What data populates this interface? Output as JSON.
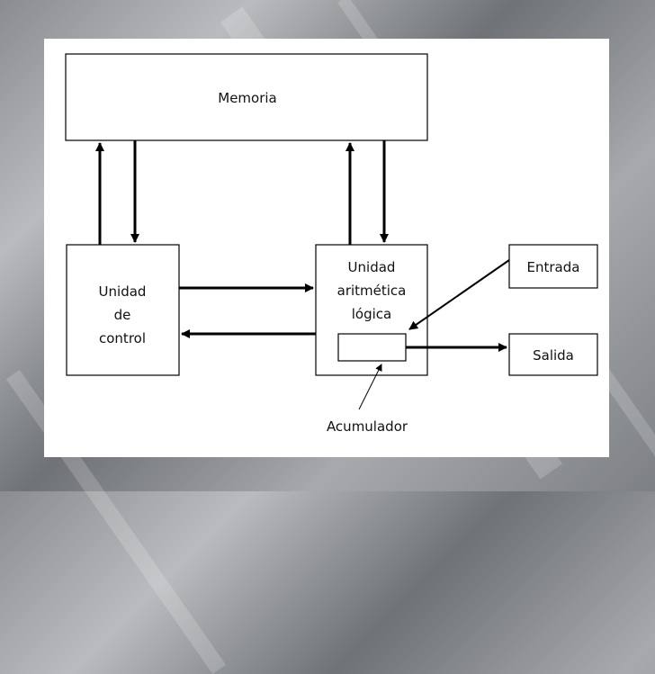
{
  "diagram": {
    "nodes": {
      "memoria": "Memoria",
      "control": [
        "Unidad",
        "de",
        "control"
      ],
      "alu": [
        "Unidad",
        "aritmética",
        "lógica"
      ],
      "entrada": "Entrada",
      "salida": "Salida",
      "acumulador": "Acumulador"
    }
  }
}
